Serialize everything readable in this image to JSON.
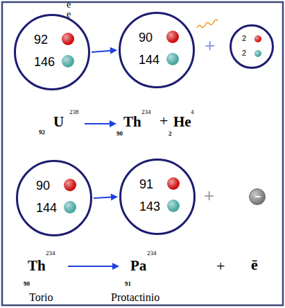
{
  "diagram": {
    "nodes": [
      {
        "text": [
          "92",
          "146"
        ]
      },
      {
        "text": [
          "90",
          "144"
        ]
      },
      {
        "text": [
          "2",
          "2"
        ]
      },
      {
        "text": [
          "90",
          "144"
        ]
      },
      {
        "text": [
          "91",
          "143"
        ]
      },
      {
        "text": [
          "−"
        ]
      }
    ],
    "edges": [
      {
        "from": 0,
        "to": 1,
        "arrow": "to"
      },
      {
        "from": 3,
        "to": 4,
        "arrow": "to"
      }
    ],
    "labels": [
      "e",
      "e",
      "+",
      "238",
      "92",
      "U",
      "234",
      "90",
      "Th",
      "+",
      "4",
      "2",
      "He",
      "+",
      "234",
      "90",
      "Th",
      "234",
      "91",
      "Pa",
      "+",
      "ē",
      "Torio",
      "Protactinio"
    ]
  }
}
